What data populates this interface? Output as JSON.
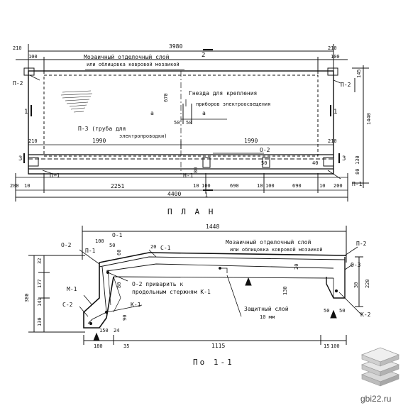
{
  "plan": {
    "title": "П Л А Н",
    "dims": {
      "total_top": "3980",
      "left_top_a": "210",
      "left_top_b": "100",
      "right_top_a": "210",
      "right_top_b": "100",
      "half_left": "1990",
      "half_right": "1990",
      "side_left": "210",
      "side_right": "210",
      "bottom_left": "200",
      "bottom_left_b": "10",
      "bottom_mid": "2251",
      "bottom_a": "10",
      "bottom_b": "100",
      "bottom_c": "690",
      "bottom_d": "10",
      "bottom_e": "100",
      "bottom_f": "690",
      "bottom_g": "10",
      "bottom_right": "200",
      "total_bottom": "4400",
      "right_height": "1440",
      "right_145": "145",
      "right_130": "130",
      "right_80": "80",
      "inner_670": "670",
      "dim_50a": "50",
      "dim_50b": "50",
      "dim_80": "80",
      "dim_50c": "50",
      "dim_40": "40"
    },
    "labels": {
      "mosaic_1": "Мозаичный отделочный слой",
      "mosaic_2": "или облицовка ковровой мозаикой",
      "sockets": "Гнезда для крепления",
      "devices": "приборов электроосвещения",
      "p3_1": "П-3 (труба для",
      "p3_2": "электропроводки)",
      "p2_left": "П-2",
      "p2_right": "П-2",
      "p1_left": "П-1",
      "p1_right": "П-1",
      "n1": "Н-1",
      "o2": "О-2",
      "a1": "а",
      "a2": "а",
      "cut1_left": "1",
      "cut1_right": "1",
      "cut3_left": "3",
      "cut3_right": "3",
      "cut1_bottom": "1",
      "cut2_top": "2"
    }
  },
  "section": {
    "title": "По 1-1",
    "labels": {
      "mosaic_1": "Мозаичный отделочный слой",
      "mosaic_2": "или облицовка ковровой мозаикой",
      "o2": "О-2",
      "p1": "П-1",
      "o1": "О-1",
      "s1": "С-1",
      "p2": "П-2",
      "o3": "О-3",
      "m1": "М-1",
      "c2": "С-2",
      "k1": "К-1",
      "k2": "К-2",
      "o2_weld_1": "О-2 приварить к",
      "o2_weld_2": "продольным стержням К-1",
      "protect_1": "Защитный слой",
      "protect_2": "10 мм"
    },
    "dims": {
      "total": "1448",
      "d100": "100",
      "d50": "50",
      "d60": "60",
      "d20": "20",
      "h380": "380",
      "h32": "32",
      "h177": "177",
      "h141": "141",
      "h130": "130",
      "h130b": "130",
      "h30": "30",
      "h220": "220",
      "h20": "20",
      "d50b": "50",
      "d50c": "50",
      "d150": "150",
      "d24": "24",
      "d180": "180",
      "d35": "35",
      "d1115": "1115",
      "d15": "15",
      "d100b": "100",
      "d80": "80",
      "d90": "90"
    }
  },
  "watermark": {
    "text": "gbi22.ru"
  }
}
